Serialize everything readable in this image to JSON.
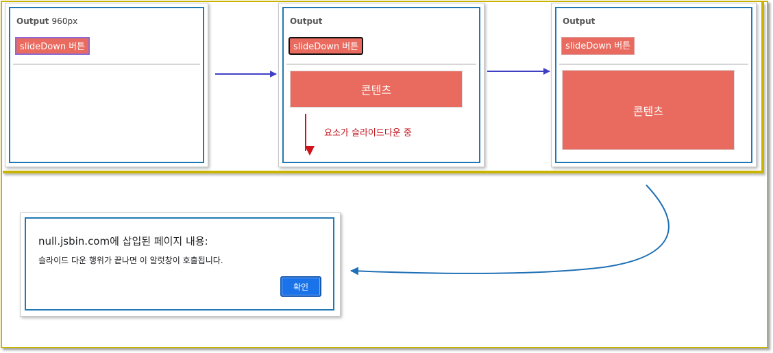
{
  "panels": {
    "panel1": {
      "output_label": "Output",
      "output_size": "960px",
      "button_label": "slideDown 버튼"
    },
    "panel2": {
      "output_label": "Output",
      "button_label": "slideDown 버튼",
      "content_label": "콘텐츠",
      "note": "요소가 슬라이드다운 중"
    },
    "panel3": {
      "output_label": "Output",
      "button_label": "slideDown 버튼",
      "content_label": "콘텐츠"
    }
  },
  "dialog": {
    "title": "null.jsbin.com에 삽입된 페이지 내용:",
    "message": "슬라이드 다운 행위가 끝나면 이 알럿창이 호출됩니다.",
    "ok_label": "확인"
  },
  "colors": {
    "frame_border": "#c9b400",
    "panel_border": "#1f78b4",
    "button_fill": "#e96a5e",
    "flow_arrow": "#3f3fc6",
    "slide_arrow": "#d0121b",
    "ok_button": "#1a73e8"
  }
}
